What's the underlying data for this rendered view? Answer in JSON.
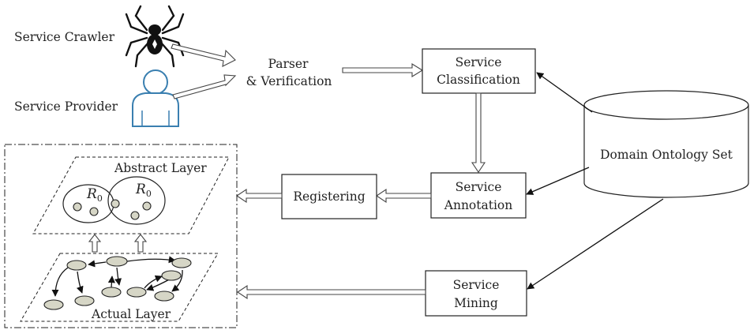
{
  "labels": {
    "crawler": "Service Crawler",
    "provider": "Service Provider",
    "parser_line1": "Parser",
    "parser_line2": "& Verification",
    "classification_line1": "Service",
    "classification_line2": "Classification",
    "annotation_line1": "Service",
    "annotation_line2": "Annotation",
    "registering": "Registering",
    "mining_line1": "Service",
    "mining_line2": "Mining",
    "ontology": "Domain Ontology Set",
    "abstract_layer": "Abstract Layer",
    "actual_layer": "Actual Layer",
    "r0": "R",
    "r0_sub": "0"
  },
  "icons": {
    "crawler": "spider-icon",
    "provider": "user-icon"
  },
  "colors": {
    "stroke": "#222222",
    "node_fill": "#d6d6c6",
    "user_outline": "#3a7fb0"
  }
}
